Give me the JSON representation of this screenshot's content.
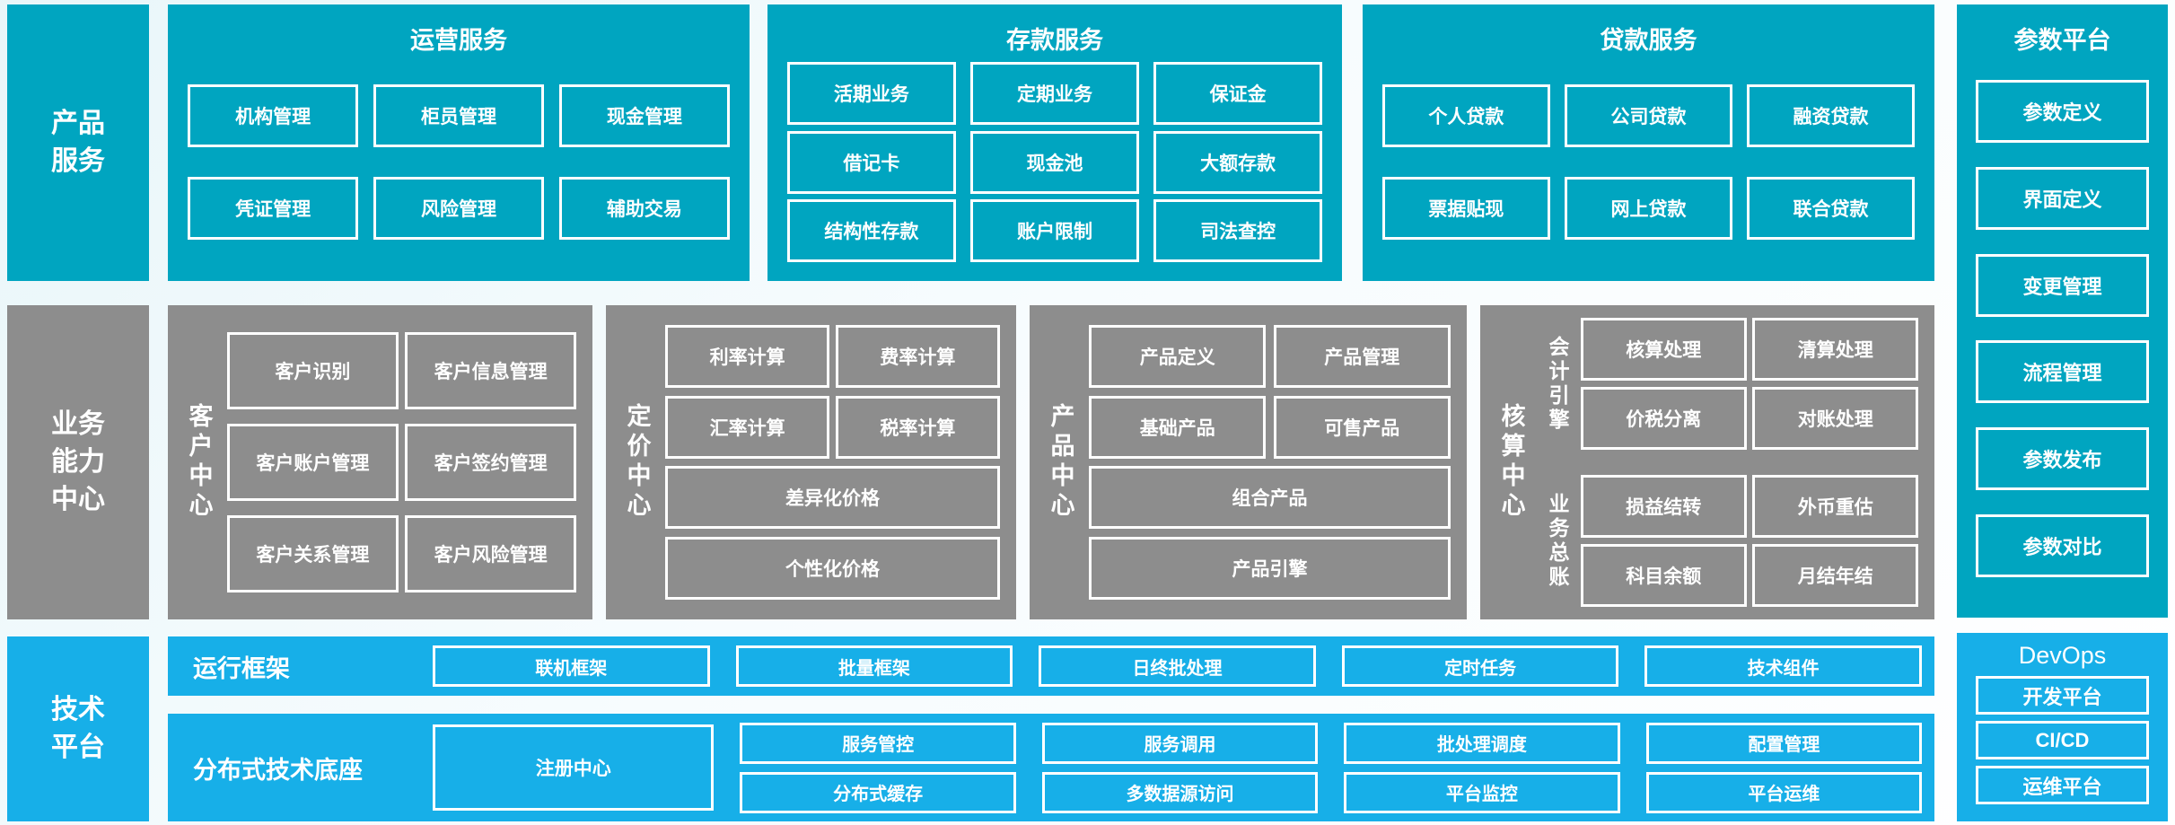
{
  "colors": {
    "teal": "#00A5C0",
    "blue": "#17AFE8",
    "grey": "#8D8D8D",
    "box_border": "#FFFFFF",
    "text": "#FFFFFF"
  },
  "left_rail": {
    "product_services": "产品\n服务",
    "business_capability": "业务\n能力\n中心",
    "tech_platform": "技术\n平台"
  },
  "top_band": {
    "sections": [
      {
        "title": "运营服务",
        "rows": [
          [
            "机构管理",
            "柜员管理",
            "现金管理"
          ],
          [
            "凭证管理",
            "风险管理",
            "辅助交易"
          ]
        ]
      },
      {
        "title": "存款服务",
        "rows": [
          [
            "活期业务",
            "定期业务",
            "保证金"
          ],
          [
            "借记卡",
            "现金池",
            "大额存款"
          ],
          [
            "结构性存款",
            "账户限制",
            "司法查控"
          ]
        ]
      },
      {
        "title": "贷款服务",
        "rows": [
          [
            "个人贷款",
            "公司贷款",
            "融资贷款"
          ],
          [
            "票据贴现",
            "网上贷款",
            "联合贷款"
          ]
        ]
      }
    ]
  },
  "param_platform": {
    "title": "参数平台",
    "items": [
      "参数定义",
      "界面定义",
      "变更管理",
      "流程管理",
      "参数发布",
      "参数对比"
    ]
  },
  "middle_band": {
    "customer_center": {
      "label": "客户中心",
      "rows": [
        [
          "客户识别",
          "客户信息管理"
        ],
        [
          "客户账户管理",
          "客户签约管理"
        ],
        [
          "客户关系管理",
          "客户风险管理"
        ]
      ]
    },
    "pricing_center": {
      "label": "定价中心",
      "rows": [
        [
          "利率计算",
          "费率计算"
        ],
        [
          "汇率计算",
          "税率计算"
        ]
      ],
      "wide_rows": [
        "差异化价格",
        "个性化价格"
      ]
    },
    "product_center": {
      "label": "产品中心",
      "rows": [
        [
          "产品定义",
          "产品管理"
        ],
        [
          "基础产品",
          "可售产品"
        ]
      ],
      "wide_rows": [
        "组合产品",
        "产品引擎"
      ]
    },
    "accounting_center": {
      "label": "核算中心",
      "groups": [
        {
          "label": "会计引擎",
          "rows": [
            [
              "核算处理",
              "清算处理"
            ],
            [
              "价税分离",
              "对账处理"
            ]
          ]
        },
        {
          "label": "业务总账",
          "rows": [
            [
              "损益结转",
              "外币重估"
            ],
            [
              "科目余额",
              "月结年结"
            ]
          ]
        }
      ]
    }
  },
  "bottom_band": {
    "runtime": {
      "label": "运行框架",
      "boxes": [
        "联机框架",
        "批量框架",
        "日终批处理",
        "定时任务",
        "技术组件"
      ]
    },
    "distributed": {
      "label": "分布式技术底座",
      "registry": "注册中心",
      "columns": [
        [
          "服务管控",
          "分布式缓存"
        ],
        [
          "服务调用",
          "多数据源访问"
        ],
        [
          "批处理调度",
          "平台监控"
        ],
        [
          "配置管理",
          "平台运维"
        ]
      ]
    }
  },
  "devops": {
    "title": "DevOps",
    "items": [
      "开发平台",
      "CI/CD",
      "运维平台"
    ]
  }
}
